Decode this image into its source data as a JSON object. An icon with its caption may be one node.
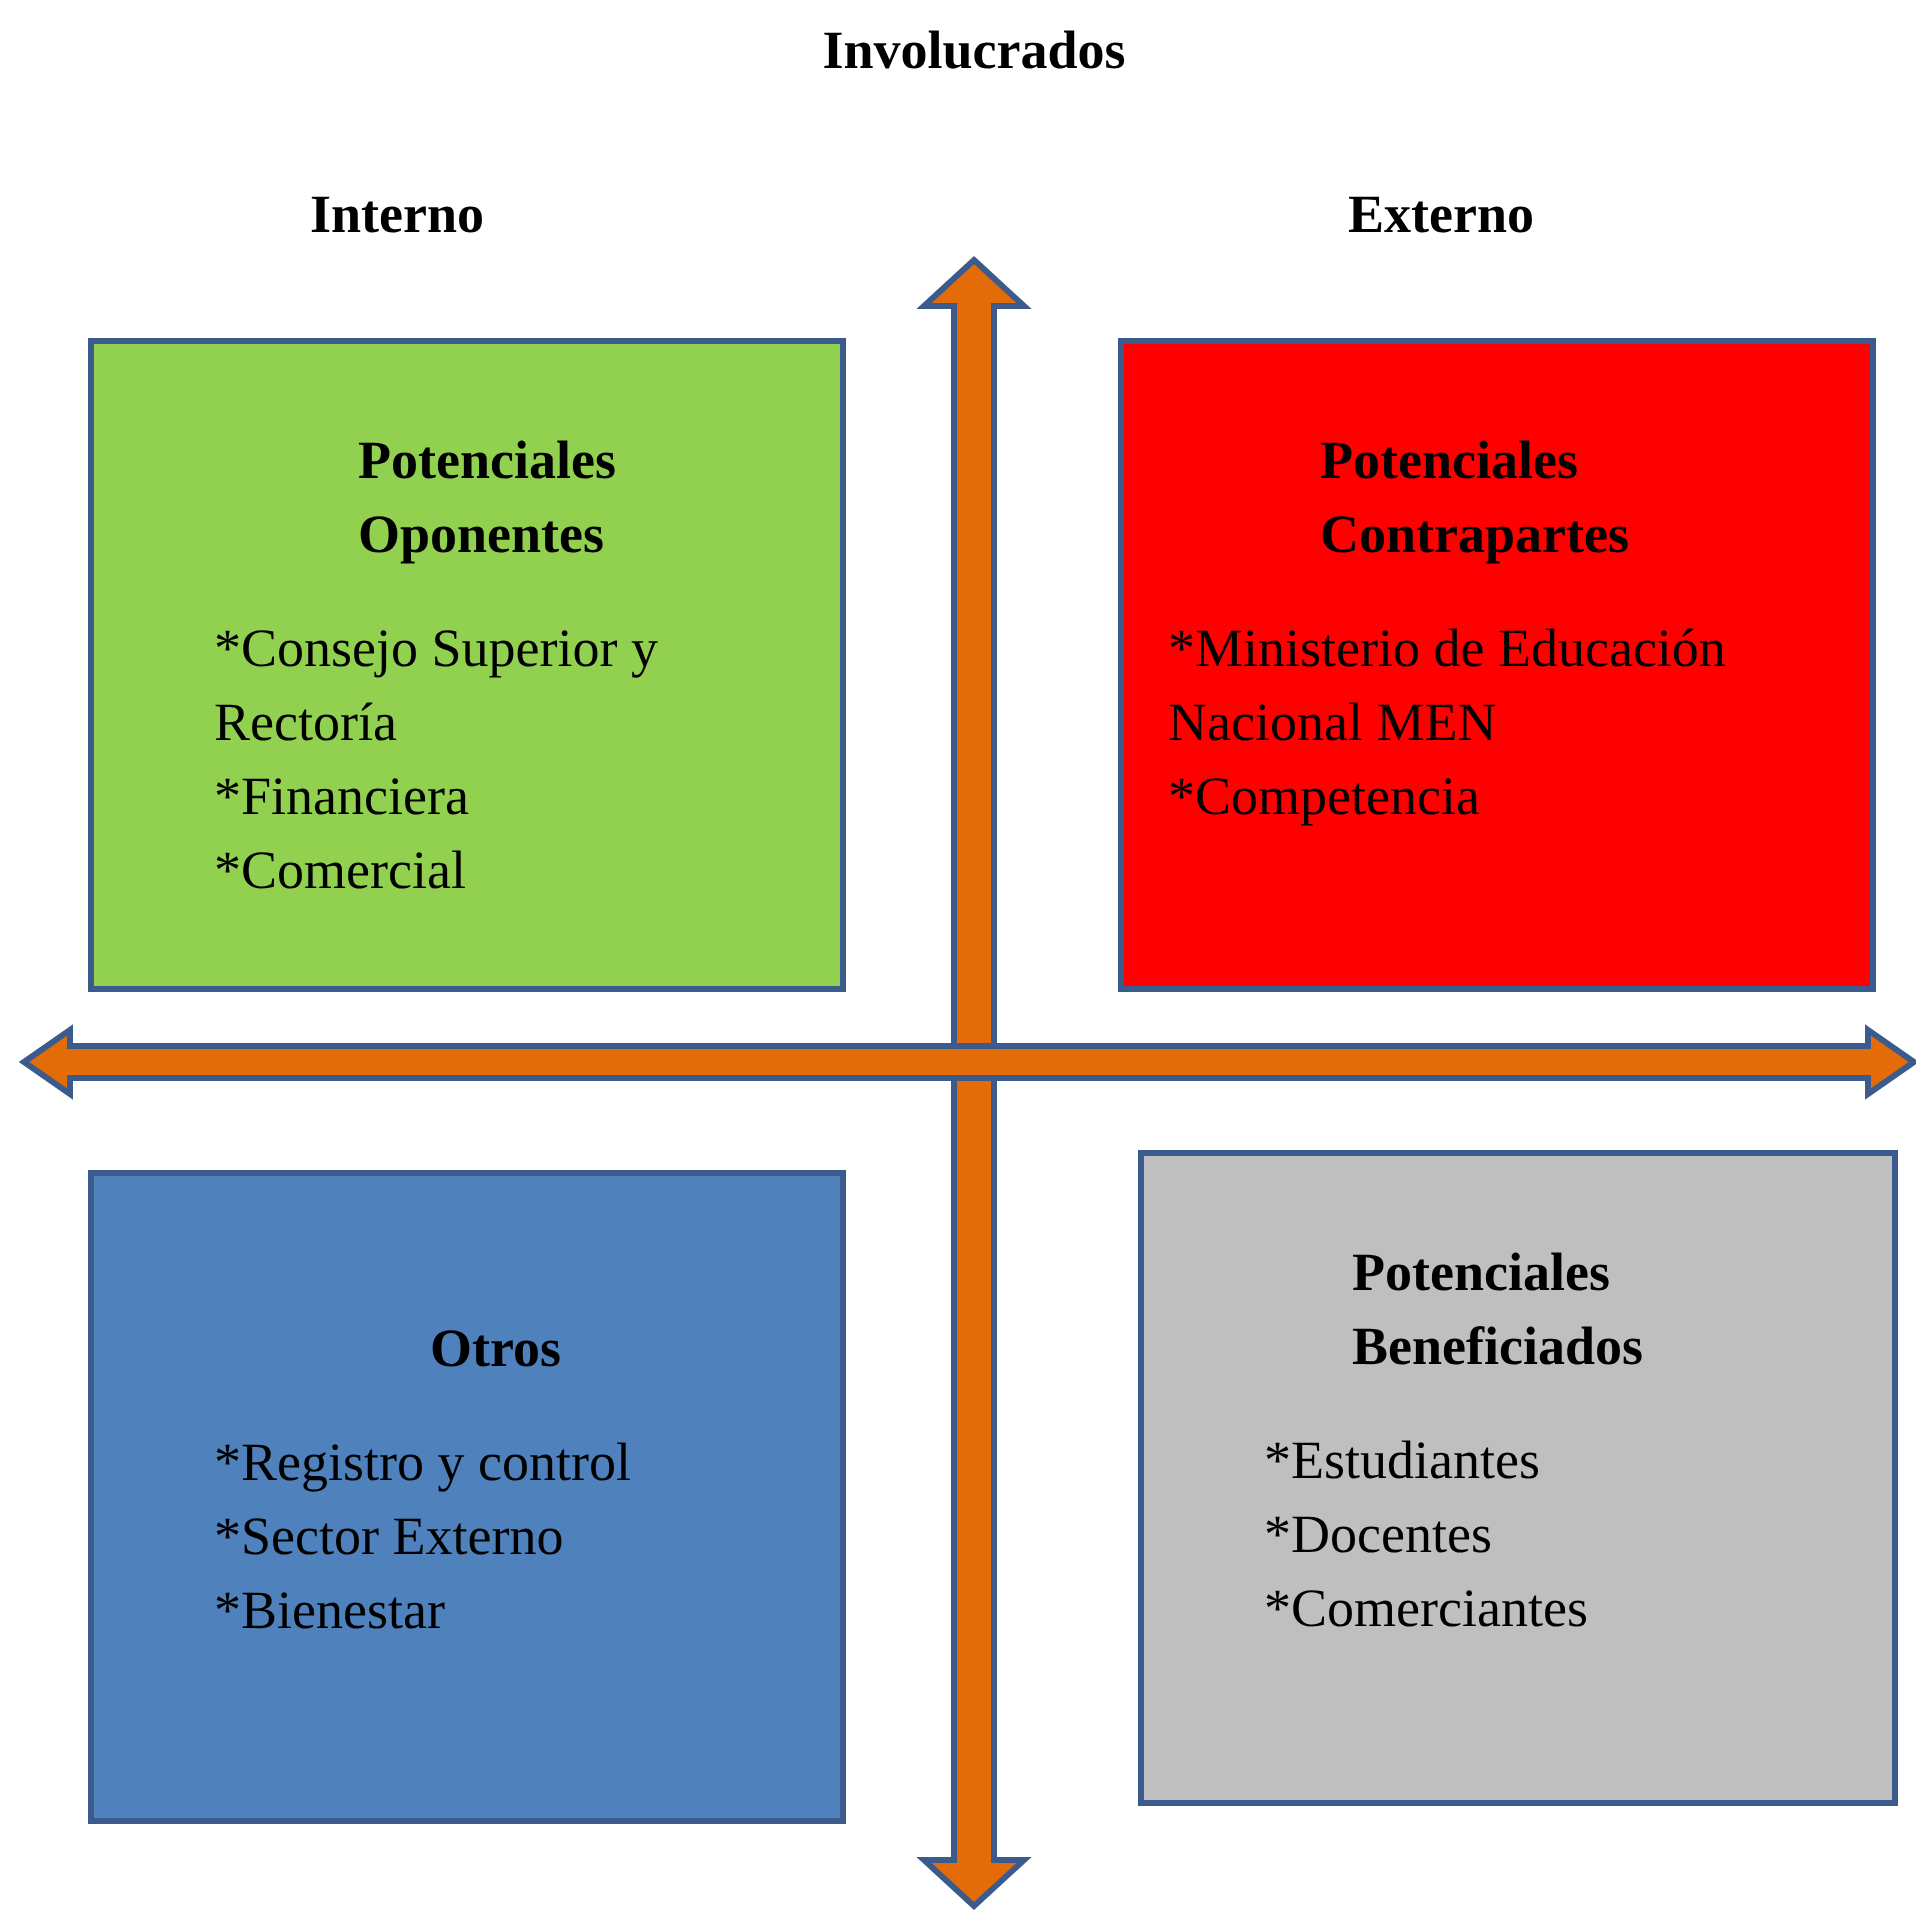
{
  "diagram": {
    "title": "Involucrados",
    "nodes": [
      {
        "text": [
          "Potenciales Oponentes",
          "*Consejo Superior y Rectoría",
          "*Financiera",
          "*Comercial"
        ]
      },
      {
        "text": [
          "Potenciales Contrapartes",
          "*Ministerio de Educación Nacional MEN",
          "*Competencia"
        ]
      },
      {
        "text": [
          "Otros",
          "*Registro y control",
          "*Sector Externo",
          "*Bienestar"
        ]
      },
      {
        "text": [
          "Potenciales Beneficiados",
          "*Estudiantes",
          "*Docentes",
          "*Comerciantes"
        ]
      }
    ],
    "edges": [],
    "labels": [
      "Interno",
      "Externo"
    ]
  }
}
